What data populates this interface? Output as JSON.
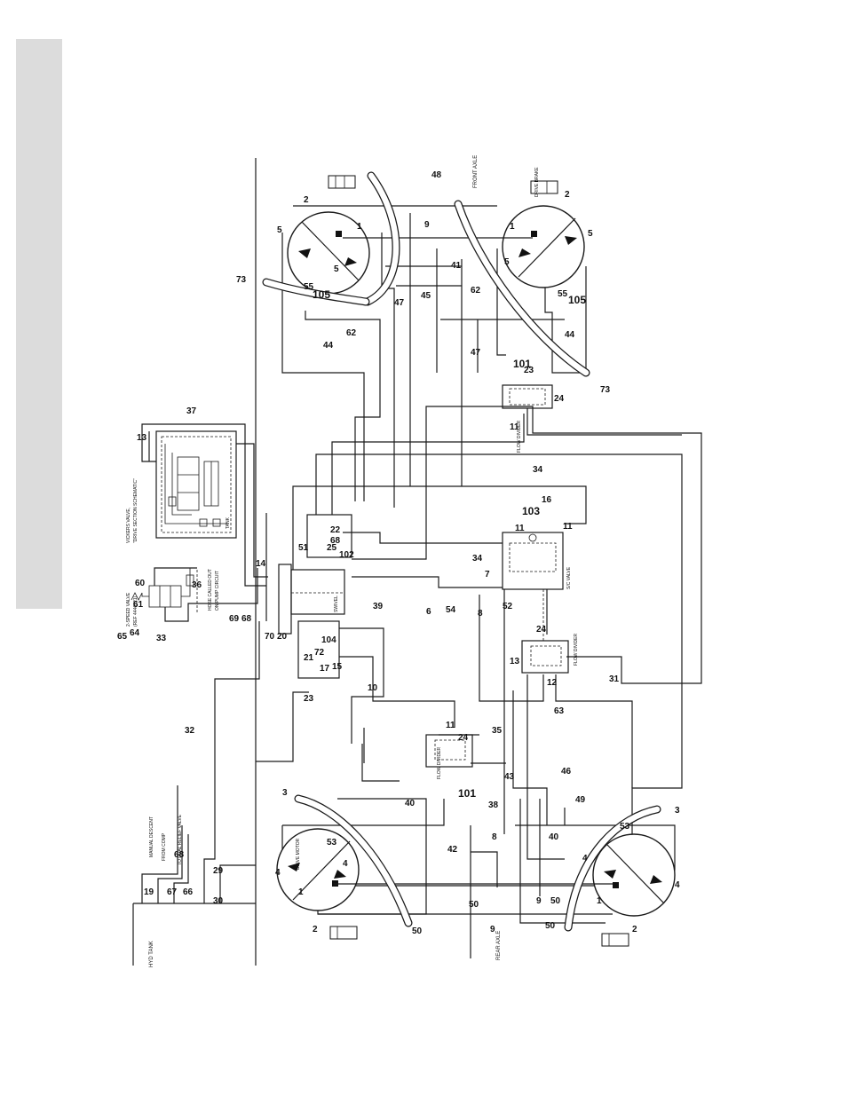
{
  "labels": {
    "hyd_tank": "HYD TANK",
    "front_axle": "FRONT AXLE",
    "rear_axle": "REAR AXLE",
    "drive_motor": "DRIVE MOTOR",
    "drive_brake": "DRIVE BRAKE",
    "flow_divider": "FLOW DIVIDER",
    "sc_valve": "S/C VALVE",
    "swivel": "SWIVEL",
    "two_speed_valve": "2-SPEED VALVE",
    "two_speed_ref": "(REF 4446121)",
    "hose_called_out": "HOSE CALLED OUT",
    "on_pump_circuit": "ON PUMP CIRCUIT",
    "vickers_title": "VICKERS VALVE,",
    "vickers_subtitle": "\"DRIVE SECTION SCHEMATIC\"",
    "tank": "TANK",
    "manual_descent": "MANUAL DESCENT",
    "from_comp": "FROM COMP",
    "to_dual_relief": "TO DUAL RELIEF VALVE"
  },
  "callouts": [
    "1",
    "2",
    "3",
    "4",
    "5",
    "6",
    "7",
    "8",
    "9",
    "10",
    "11",
    "12",
    "13",
    "14",
    "15",
    "16",
    "17",
    "19",
    "20",
    "21",
    "22",
    "23",
    "24",
    "25",
    "29",
    "30",
    "31",
    "32",
    "33",
    "34",
    "35",
    "36",
    "37",
    "38",
    "39",
    "40",
    "41",
    "42",
    "43",
    "44",
    "45",
    "46",
    "47",
    "48",
    "49",
    "50",
    "51",
    "52",
    "53",
    "54",
    "55",
    "60",
    "61",
    "62",
    "63",
    "64",
    "65",
    "66",
    "67",
    "68",
    "69",
    "70",
    "72",
    "73",
    "101",
    "102",
    "103",
    "104",
    "105"
  ]
}
